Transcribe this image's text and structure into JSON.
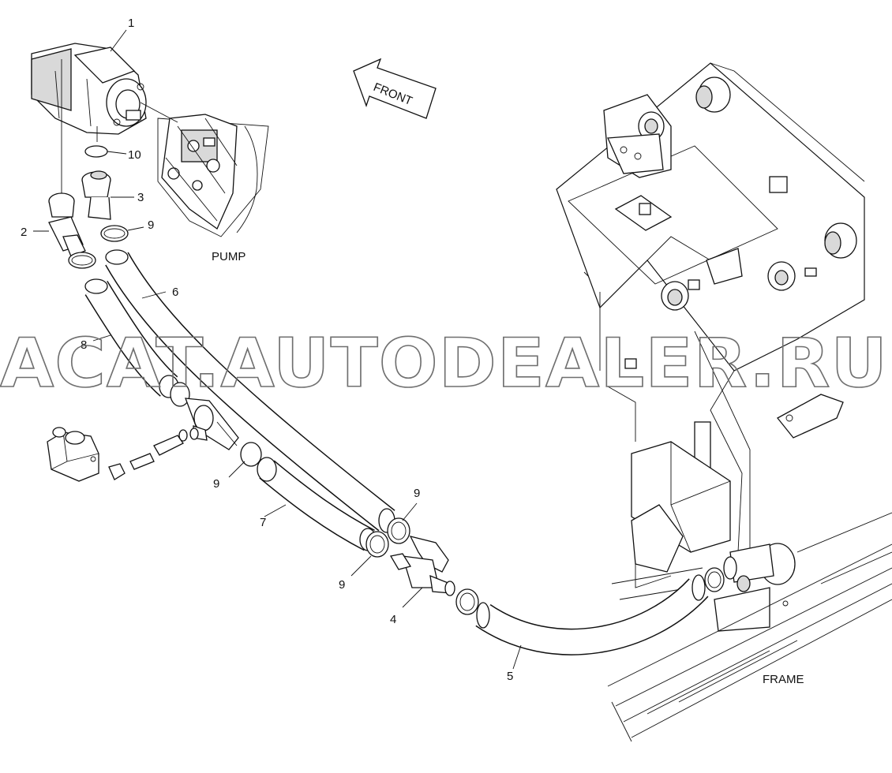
{
  "labels": {
    "pump": "PUMP",
    "frame": "FRAME",
    "front_arrow": "FRONT",
    "watermark": "ACAT.AUTODEALER.RU"
  },
  "callouts": {
    "c1": "1",
    "c2": "2",
    "c3": "3",
    "c4": "4",
    "c5": "5",
    "c6": "6",
    "c7": "7",
    "c8": "8",
    "c9a": "9",
    "c9b": "9",
    "c9c": "9",
    "c9d": "9",
    "c10": "10"
  }
}
